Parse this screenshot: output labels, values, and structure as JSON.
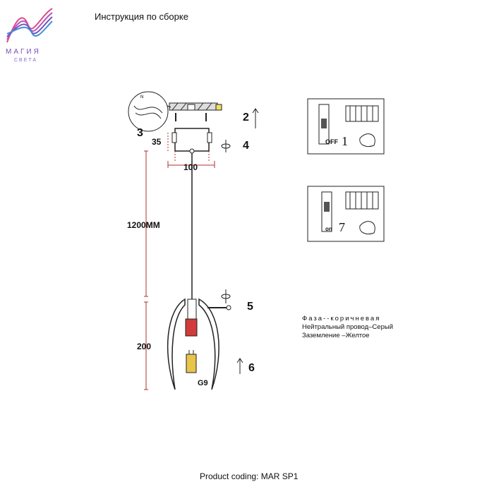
{
  "header": {
    "title": "Инструкция по сборке",
    "logo": {
      "word": "МАГИЯ",
      "sub": "СВЕТА",
      "colors": [
        "#e04a8a",
        "#7a4fb8",
        "#3f8fd8"
      ]
    }
  },
  "diagram": {
    "steps": [
      "1",
      "2",
      "3",
      "4",
      "5",
      "6",
      "7"
    ],
    "dimensions": {
      "canopy_height": "35",
      "canopy_width": "100",
      "cable_length": "1200MM",
      "shade_height": "200"
    },
    "bulb_label": "G9",
    "switch_off_label": "OFF",
    "switch_on_label": "on"
  },
  "legend": [
    "Фаза--коричневая",
    "Нейтральный провод–Серый",
    "Заземление –Желтое"
  ],
  "footer": {
    "text": "Product coding: MAR SP1"
  },
  "colors": {
    "line": "#222222",
    "dimension": "#b03030",
    "bulb_red": "#d23b3b",
    "bulb_yellow": "#e8c44a"
  }
}
